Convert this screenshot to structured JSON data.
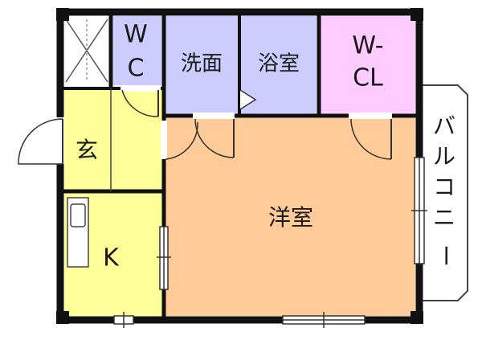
{
  "rooms": {
    "wc_top": "W",
    "wc_bottom": "C",
    "washroom": "洗面",
    "bath": "浴室",
    "wcl_top": "W-",
    "wcl_bottom": "CL",
    "entrance": "玄",
    "kitchen": "K",
    "western_room": "洋室",
    "balcony": [
      "バ",
      "ル",
      "コ",
      "ニ",
      "ー"
    ]
  },
  "colors": {
    "wall": "#111111",
    "wc": "#ccccff",
    "washroom": "#ccccff",
    "bath": "#ccccff",
    "wcl": "#ffccff",
    "entrance": "#ffff99",
    "kitchen": "#ffff99",
    "western_room": "#ffcc99",
    "storage": "#ffffff"
  }
}
